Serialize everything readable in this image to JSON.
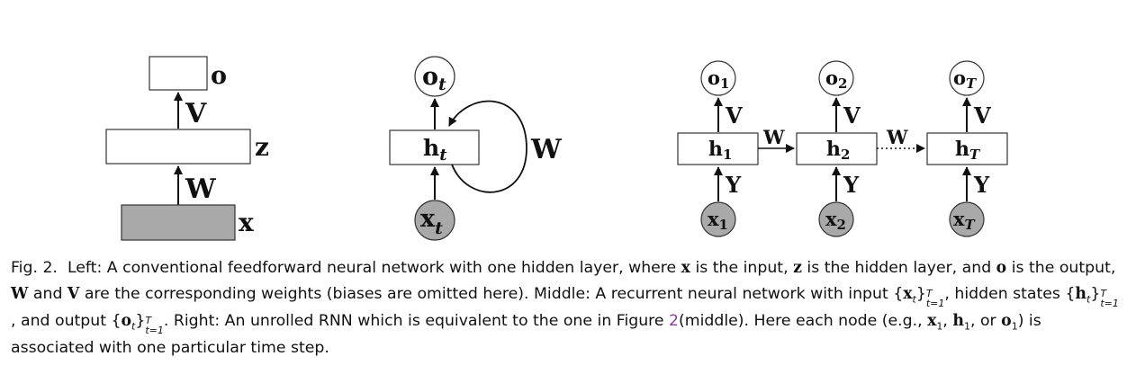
{
  "left": {
    "output": "o",
    "hidden": "z",
    "input": "x",
    "w_top": "V",
    "w_bottom": "W"
  },
  "middle": {
    "output": "o",
    "hidden": "h",
    "input": "x",
    "t": "t",
    "recurrent_weight": "W"
  },
  "right": {
    "outputs": [
      {
        "base": "o",
        "sub": "1"
      },
      {
        "base": "o",
        "sub": "2"
      },
      {
        "base": "o",
        "sub": "T"
      }
    ],
    "hiddens": [
      {
        "base": "h",
        "sub": "1"
      },
      {
        "base": "h",
        "sub": "2"
      },
      {
        "base": "h",
        "sub": "T"
      }
    ],
    "inputs": [
      {
        "base": "x",
        "sub": "1"
      },
      {
        "base": "x",
        "sub": "2"
      },
      {
        "base": "x",
        "sub": "T"
      }
    ],
    "v_label": "V",
    "y_label": "Y",
    "w_label": "W"
  },
  "caption": {
    "fig": "Fig. 2.",
    "t1": "Left: A conventional feedforward neural network with one hidden layer, where ",
    "x": "x",
    "t2": " is the input, ",
    "z": "z",
    "t3": " is the hidden layer, and ",
    "o": "o",
    "t4": " is the output, ",
    "W": "W",
    "t5": " and ",
    "V": "V",
    "t6": " are the corresponding weights (biases are omitted here). Middle: A recurrent neural network with input ",
    "t7": ", hidden states ",
    "t8": ", and output ",
    "t9": ". Right: An unrolled RNN which is equivalent to the one in Figure ",
    "ref": "2",
    "t10": "(middle). Here each node (e.g., ",
    "t11": ", or ",
    "t12": ") is associated with one particular time step.",
    "t": "t",
    "T": "T",
    "teq1": "t=1",
    "one": "1",
    "h": "h",
    "comma": ", "
  }
}
